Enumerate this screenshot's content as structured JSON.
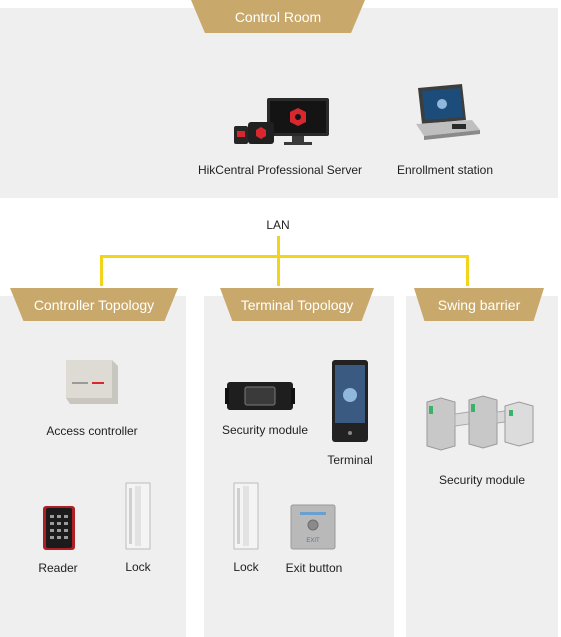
{
  "colors": {
    "panel": "#efefef",
    "tab": "#c9a96b",
    "line": "#f2d519",
    "accent": "#d7282f"
  },
  "control_room": {
    "title": "Control Room",
    "server_label": "HikCentral Professional Server",
    "enrollment_label": "Enrollment station"
  },
  "network": {
    "label": "LAN"
  },
  "controller_topology": {
    "title": "Controller Topology",
    "access_controller_label": "Access controller",
    "reader_label": "Reader",
    "lock_label": "Lock"
  },
  "terminal_topology": {
    "title": "Terminal Topology",
    "security_module_label": "Security module",
    "terminal_label": "Terminal",
    "lock_label": "Lock",
    "exit_button_label": "Exit button",
    "exit_button_text": "EXIT"
  },
  "swing_barrier": {
    "title": "Swing barrier",
    "security_module_label": "Security module"
  }
}
